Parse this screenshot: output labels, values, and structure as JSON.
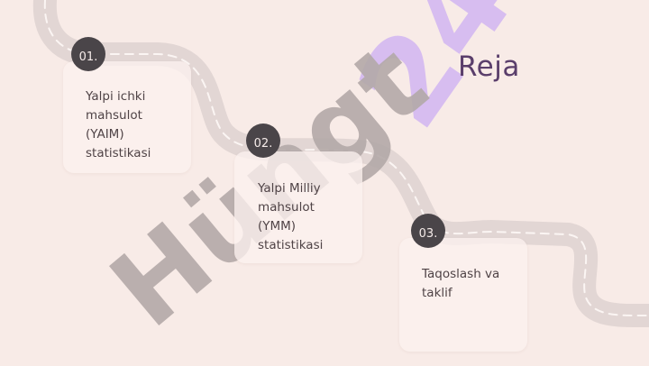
{
  "slide": {
    "title": "Reja",
    "steps": [
      {
        "number": "01.",
        "text": "Yalpi ichki mahsulot (YAIM) statistikasi"
      },
      {
        "number": "02.",
        "text": "Yalpi Milliy mahsulot (YMM) statistikasi"
      },
      {
        "number": "03.",
        "text": "Taqoslash va taklif"
      }
    ]
  },
  "watermark": {
    "digits": "24",
    "word": "Hüngt",
    "digits_color": "#d7bdf0",
    "word_color": "#b2a8a7"
  },
  "colors": {
    "background": "#f8ebe7",
    "road": "#e2d6d4",
    "road_dashes": "#fbf5f3",
    "badge": "#4a4549",
    "title": "#5a3e6b"
  }
}
